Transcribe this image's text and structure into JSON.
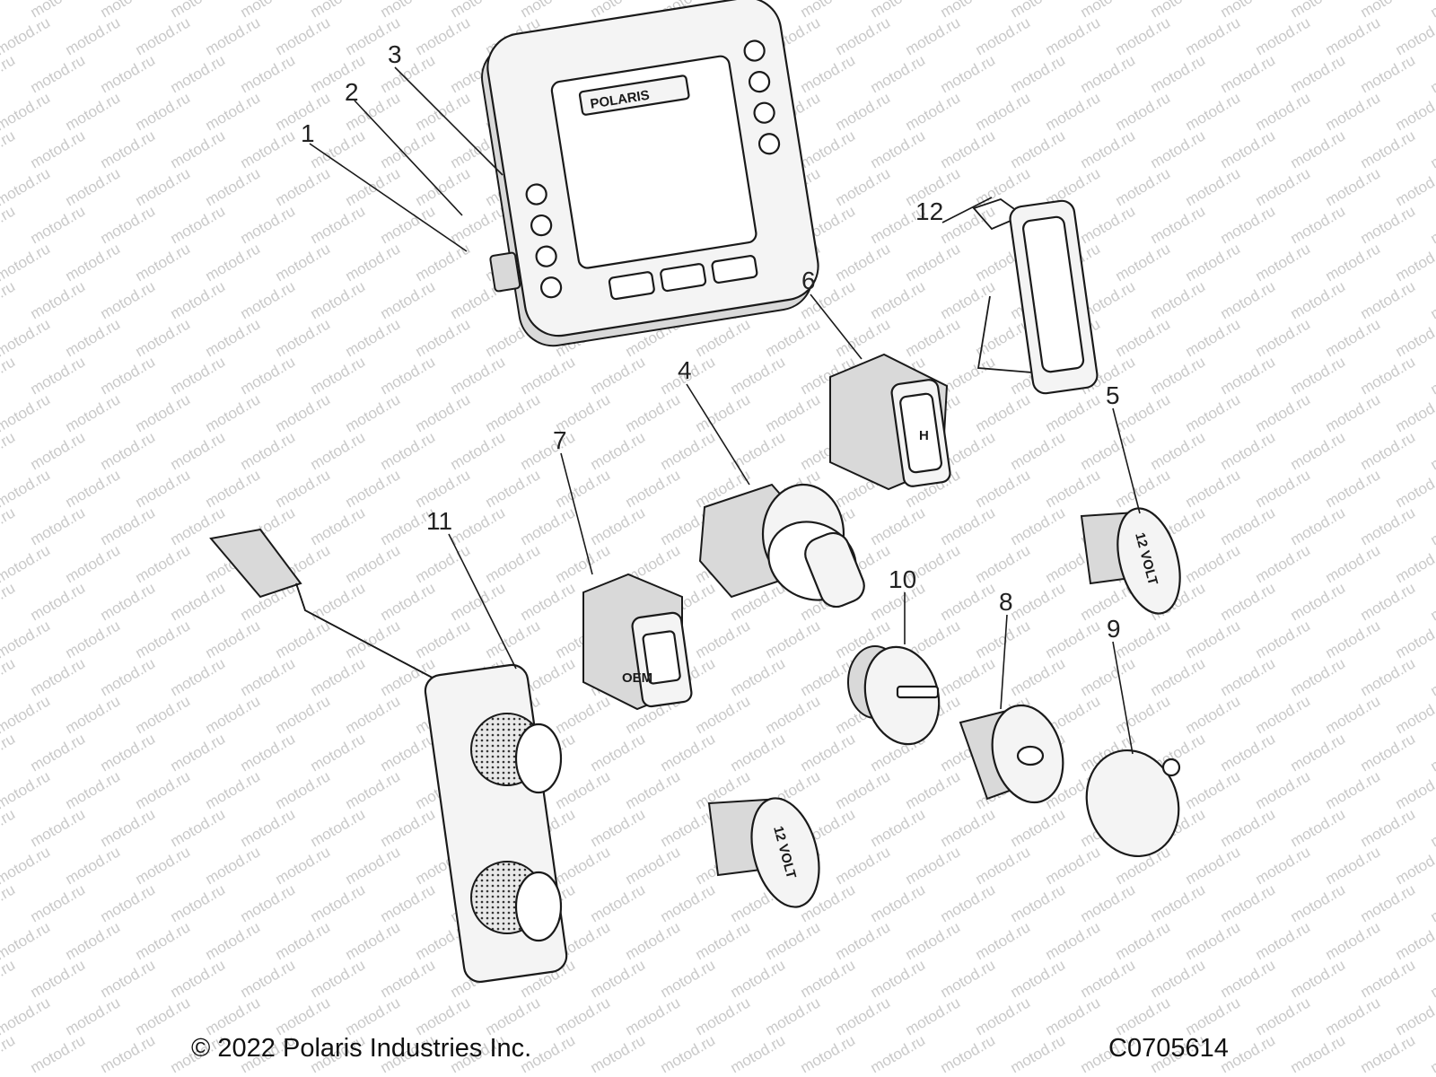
{
  "diagram": {
    "callouts": [
      "1",
      "2",
      "3",
      "4",
      "5",
      "6",
      "7",
      "8",
      "9",
      "10",
      "11",
      "12"
    ],
    "brand_label": "POLARIS",
    "socket_label": "12 VOLT",
    "watermark": "motod.ru",
    "overlay_text": "OEM"
  },
  "footer": {
    "copyright": "© 2022 Polaris Industries Inc.",
    "figure_code": "C0705614"
  }
}
